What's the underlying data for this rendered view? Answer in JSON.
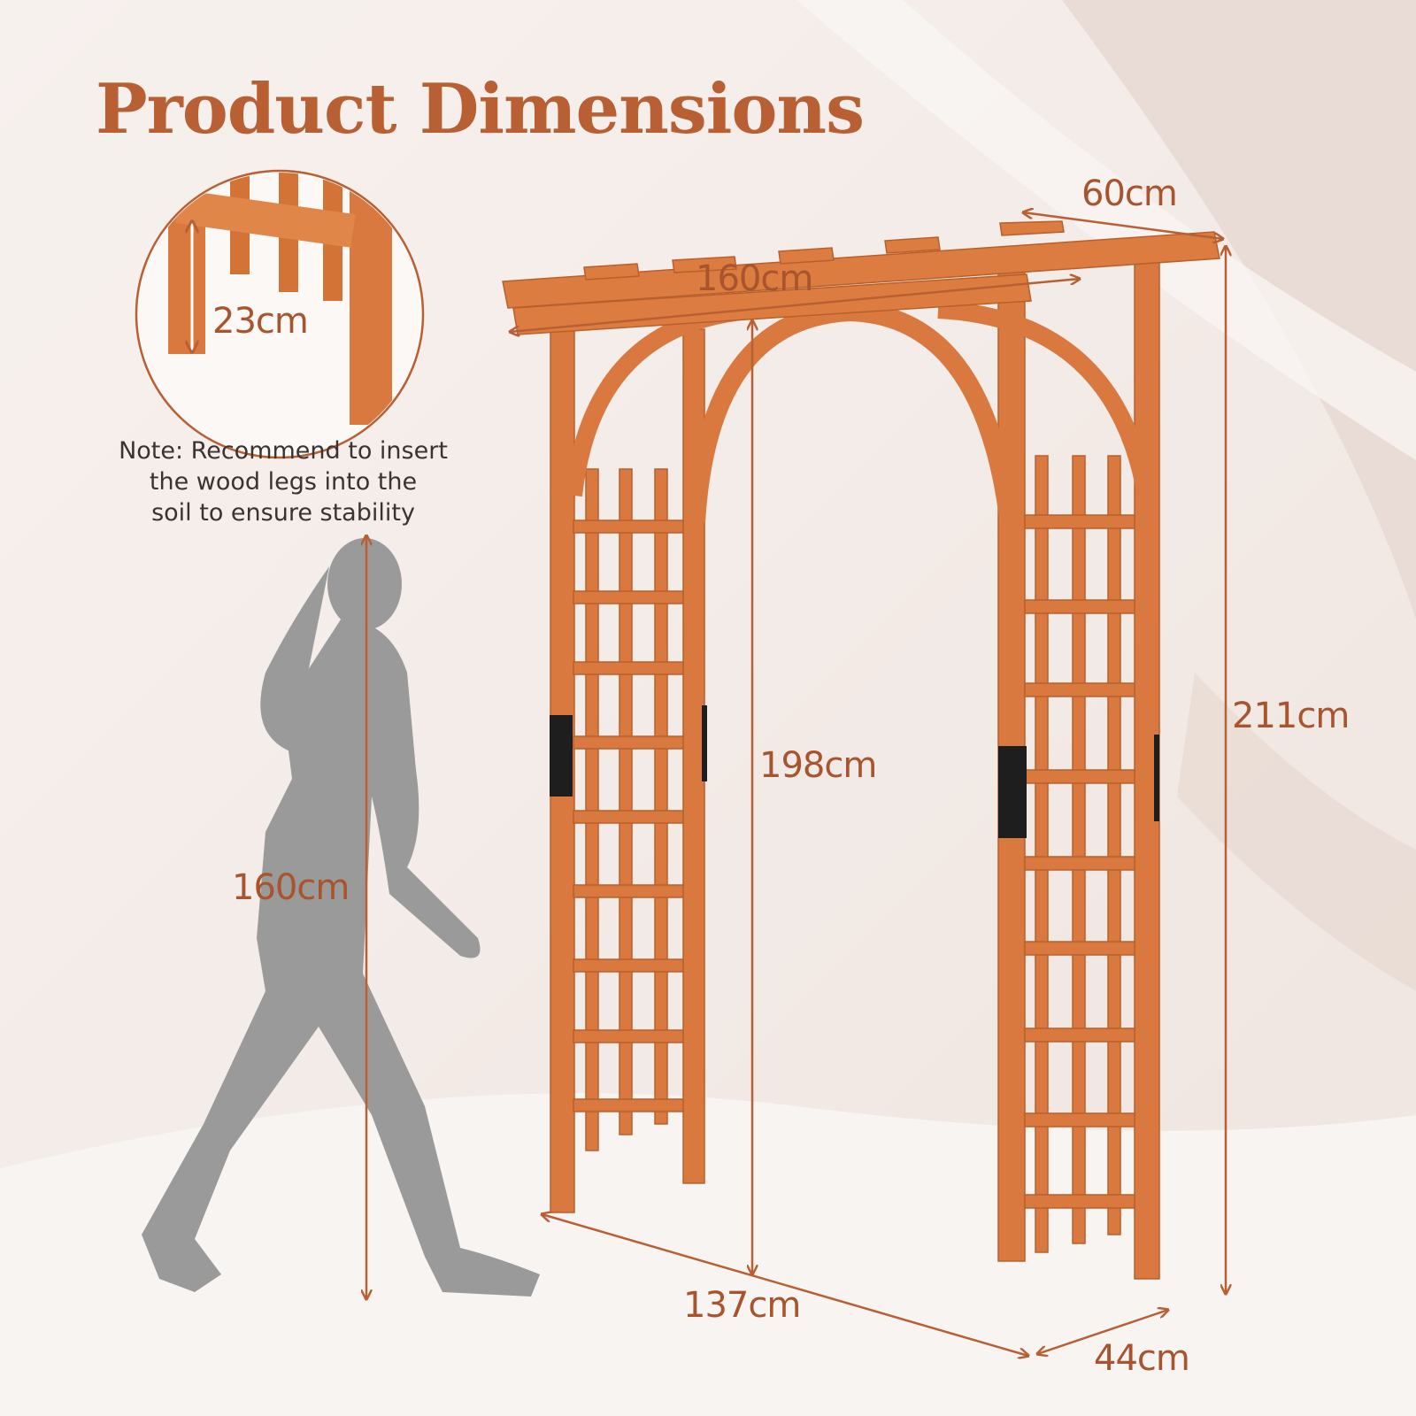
{
  "heading": "Product Dimensions",
  "dimensions": {
    "depth_top": "60cm",
    "width_top": "160cm",
    "inner_height": "198cm",
    "total_height": "211cm",
    "base_width": "137cm",
    "base_depth": "44cm",
    "person_height": "160cm",
    "leg_insert": "23cm"
  },
  "note": {
    "line1": "Note: Recommend to insert",
    "line2": "the wood legs into the",
    "line3": "soil to ensure stability"
  },
  "colors": {
    "accent": "#b85f33",
    "wood": "#d9793f",
    "silhouette": "#9a9a9a",
    "note_text": "#3a3330"
  }
}
